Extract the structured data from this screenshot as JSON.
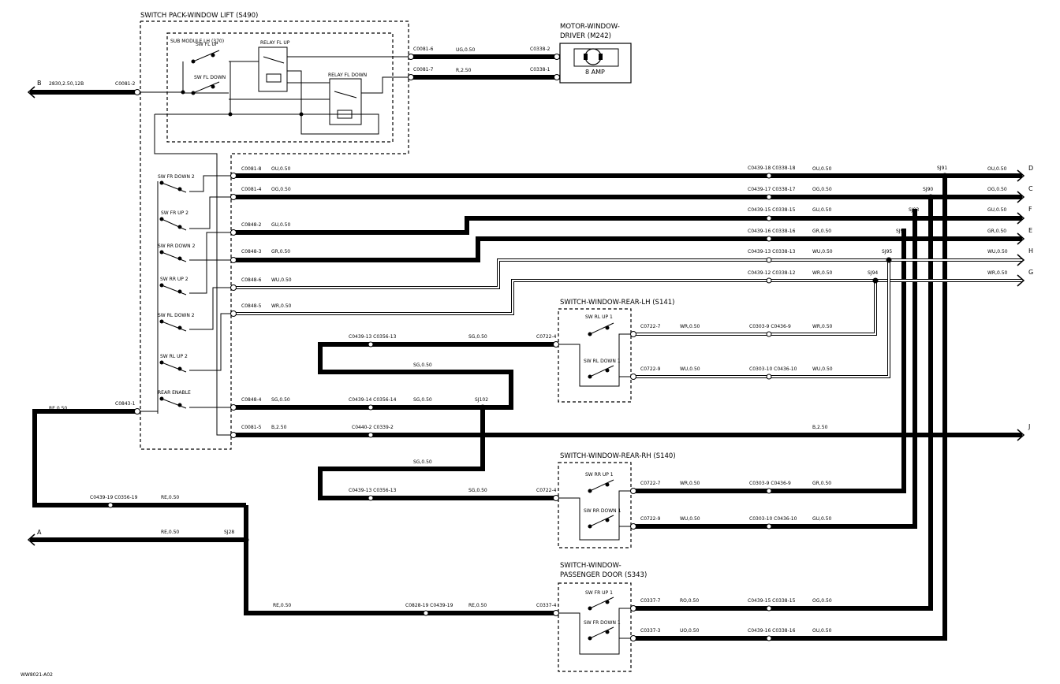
{
  "colors": {
    "ink": "#000000",
    "paper": "#ffffff"
  },
  "figure_id": "WW8021-A02",
  "components": {
    "switch_pack": "SWITCH PACK-WINDOW LIFT (S490)",
    "sub_module": "SUB MODULE LH (370)",
    "motor_a": "MOTOR-WINDOW-",
    "motor_b": "DRIVER (M242)",
    "motor_fuse": "8 AMP",
    "rear_lh": "SWITCH-WINDOW-REAR-LH (S141)",
    "rear_rh": "SWITCH-WINDOW-REAR-RH (S140)",
    "pass_a": "SWITCH-WINDOW-",
    "pass_b": "PASSENGER DOOR (S343)"
  },
  "switch_labels": {
    "sw_fl_up": "SW FL UP",
    "sw_fl_down": "SW FL DOWN",
    "relay_up": "RELAY FL UP",
    "relay_down": "RELAY FL DOWN",
    "sw_fr_down2": "SW FR DOWN 2",
    "sw_fr_up2": "SW FR UP 2",
    "sw_rr_down2": "SW RR DOWN 2",
    "sw_rr_up2": "SW RR UP 2",
    "sw_rl_down2": "SW RL DOWN 2",
    "sw_rl_up2": "SW RL UP 2",
    "rear_enable": "REAR ENABLE",
    "sw_rl_up1": "SW RL UP 1",
    "sw_rl_down1": "SW RL DOWN 1",
    "sw_rr_up1": "SW RR UP 1",
    "sw_rr_down1": "SW RR DOWN 1",
    "sw_fr_up1": "SW FR UP 1",
    "sw_fr_down1": "SW FR DOWN 1"
  },
  "terminals": {
    "left_a": "A",
    "left_b": "B",
    "right_d": "D",
    "right_c": "C",
    "right_f": "F",
    "right_e": "E",
    "right_h": "H",
    "right_g": "G",
    "right_j": "J"
  },
  "splices": {
    "sj91": "SJ91",
    "sj90": "SJ90",
    "sj93": "SJ93",
    "sj92": "SJ92",
    "sj95": "SJ95",
    "sj94": "SJ94",
    "sj102": "SJ102",
    "sj28": "SJ28"
  },
  "connectors": {
    "c0081_2": "C0081-2",
    "c0081_6": "C0081-6",
    "c0081_7": "C0081-7",
    "c0338_2": "C0338-2",
    "c0338_1": "C0338-1",
    "c0081_8": "C0081-8",
    "c0081_4": "C0081-4",
    "c0848_2": "C0848-2",
    "c0848_3": "C0848-3",
    "c0848_6": "C0848-6",
    "c0848_5": "C0848-5",
    "c0848_4": "C0848-4",
    "c0081_5": "C0081-5",
    "c0843_1": "C0843-1",
    "c0439_18_c0338_18": "C0439-18 C0338-18",
    "c0439_17_c0338_17": "C0439-17 C0338-17",
    "c0439_15_c0338_15": "C0439-15 C0338-15",
    "c0439_16_c0338_16": "C0439-16 C0338-16",
    "c0439_13_c0338_13": "C0439-13 C0338-13",
    "c0439_12_c0338_12": "C0439-12 C0338-12",
    "c0439_13_c0356_13": "C0439-13 C0356-13",
    "c0439_14_c0356_14": "C0439-14 C0356-14",
    "c0440_2_c0339_2": "C0440-2 C0339-2",
    "c0722_4": "C0722-4",
    "c0722_7": "C0722-7",
    "c0722_9": "C0722-9",
    "c0303_9_c0436_9": "C0303-9 C0436-9",
    "c0303_10_c0436_10": "C0303-10 C0436-10",
    "c0439_19_c0356_19": "C0439-19 C0356-19",
    "c0828_19_c0439_19": "C0828-19 C0439-19",
    "c0337_4": "C0337-4",
    "c0337_7": "C0337-7",
    "c0337_3": "C0337-3",
    "c0439_15_c0338_15b": "C0439-15 C0338-15",
    "c0439_16_c0338_16b": "C0439-16 C0338-16"
  },
  "wires": {
    "w_b": "2830,2.50,12B",
    "w_ug": "UG,0.50",
    "w_rg": "R,2.50",
    "w_ou": "OU,0.50",
    "w_og": "OG,0.50",
    "w_gu": "GU,0.50",
    "w_gr": "GR,0.50",
    "w_wu": "WU,0.50",
    "w_wr": "WR,0.50",
    "w_sg": "SG,0.50",
    "w_red": "RE,0.50",
    "w_b250": "B,2.50",
    "w_ro": "RO,0.50",
    "w_uo": "UO,0.50"
  }
}
